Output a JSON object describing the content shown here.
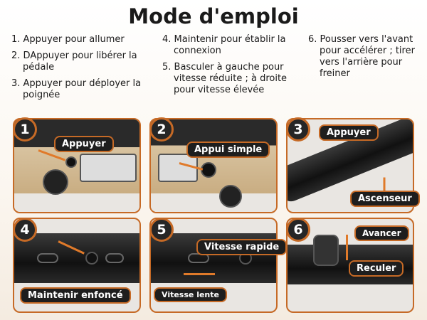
{
  "title": "Mode d'emploi",
  "instructions": {
    "col1": [
      "1. Appuyer pour allumer",
      "2. DAppuyer pour libérer la pédale",
      "3. Appuyer pour déployer la poignée"
    ],
    "col2": [
      "4. Maintenir pour établir la connexion",
      "5. Basculer à gauche pour vitesse réduite ; à droite pour vitesse élevée"
    ],
    "col3": [
      "6. Pousser vers l'avant pour accélérer ; tirer vers l'arrière pour freiner"
    ]
  },
  "panels": [
    {
      "number": "1",
      "labels": [
        "Appuyer"
      ]
    },
    {
      "number": "2",
      "labels": [
        "Appui simple"
      ]
    },
    {
      "number": "3",
      "labels": [
        "Appuyer",
        "Ascenseur"
      ]
    },
    {
      "number": "4",
      "labels": [
        "Maintenir enfoncé"
      ]
    },
    {
      "number": "5",
      "labels": [
        "Vitesse rapide",
        "Vitesse lente"
      ]
    },
    {
      "number": "6",
      "labels": [
        "Avancer",
        "Reculer"
      ]
    }
  ],
  "colors": {
    "accent": "#c66a26",
    "dark": "#1e1e1e"
  }
}
